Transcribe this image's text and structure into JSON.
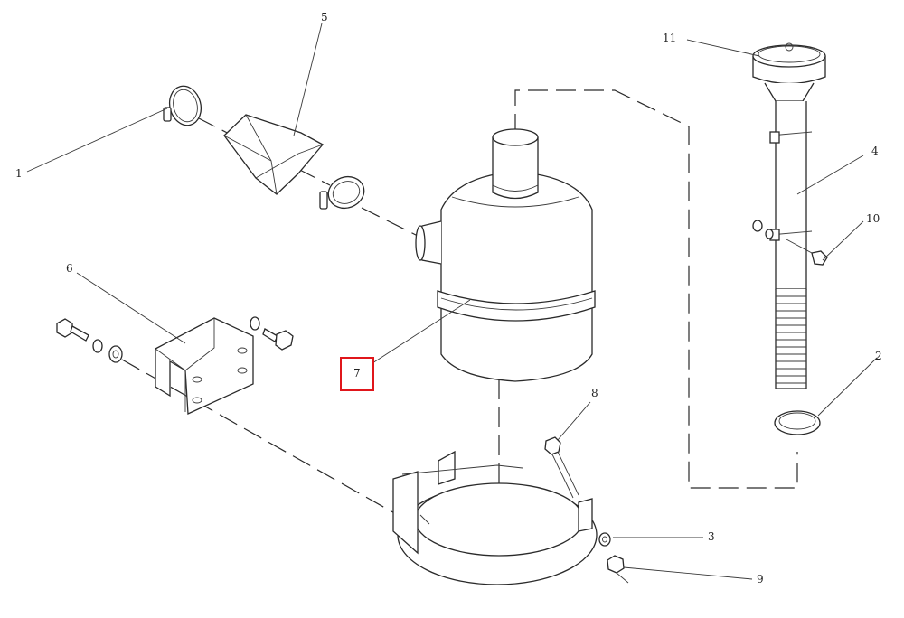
{
  "diagram": {
    "callouts": [
      {
        "id": "c1",
        "label": "1"
      },
      {
        "id": "c2",
        "label": "2"
      },
      {
        "id": "c3",
        "label": "3"
      },
      {
        "id": "c4",
        "label": "4"
      },
      {
        "id": "c5",
        "label": "5"
      },
      {
        "id": "c6",
        "label": "6"
      },
      {
        "id": "c7",
        "label": "7"
      },
      {
        "id": "c8",
        "label": "8"
      },
      {
        "id": "c9",
        "label": "9"
      },
      {
        "id": "c10",
        "label": "10"
      },
      {
        "id": "c11",
        "label": "11"
      }
    ],
    "highlighted_callout": "7",
    "highlight_color": "#e0161b"
  }
}
